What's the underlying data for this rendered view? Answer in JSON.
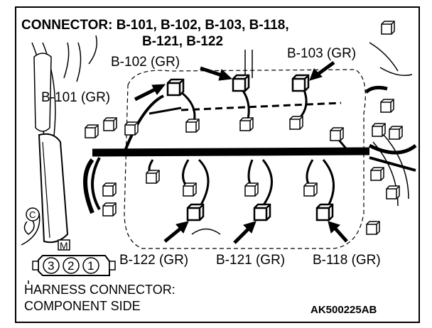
{
  "header": {
    "line1": "CONNECTOR: B-101, B-102, B-103, B-118,",
    "line2": "B-121, B-122"
  },
  "connectors": {
    "b101": "B-101 (GR)",
    "b102": "B-102 (GR)",
    "b103": "B-103 (GR)",
    "b122": "B-122 (GR)",
    "b121": "B-121 (GR)",
    "b118": "B-118 (GR)"
  },
  "harness_connector": {
    "key": "M",
    "pins": [
      "3",
      "2",
      "1"
    ]
  },
  "ground_mark": "C",
  "footer": {
    "line1": "HARNESS CONNECTOR:",
    "line2": "COMPONENT SIDE",
    "code": "AK500225AB"
  },
  "colors": {
    "ink": "#000000",
    "paper": "#ffffff"
  }
}
